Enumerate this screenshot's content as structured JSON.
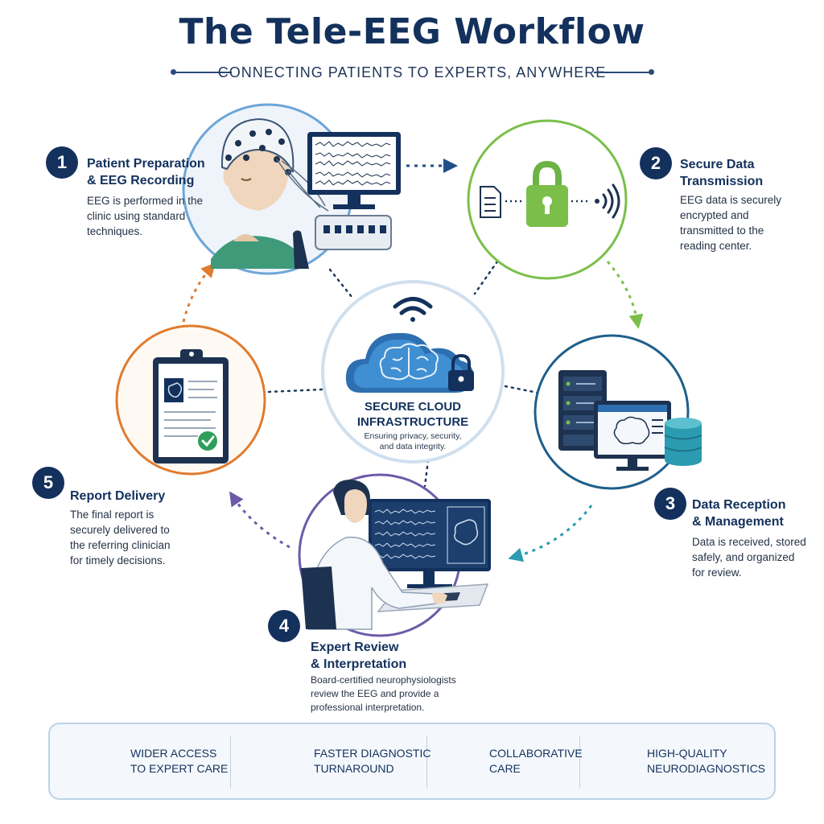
{
  "header": {
    "title": "The Tele-EEG Workflow",
    "subtitle": "CONNECTING PATIENTS TO EXPERTS, ANYWHERE"
  },
  "center": {
    "title_line1": "SECURE CLOUD",
    "title_line2": "INFRASTRUCTURE",
    "desc_line1": "Ensuring privacy, security,",
    "desc_line2": "and data integrity."
  },
  "steps": [
    {
      "number": "1",
      "title_lines": [
        "Patient Preparation",
        "& EEG Recording"
      ],
      "desc_lines": [
        "EEG is performed in the",
        "clinic using standard",
        "techniques."
      ],
      "color": "#4f8fc8"
    },
    {
      "number": "2",
      "title_lines": [
        "Secure Data",
        "Transmission"
      ],
      "desc_lines": [
        "EEG data is securely",
        "encrypted and",
        "transmitted to the",
        "reading center."
      ],
      "color": "#7bbf4a"
    },
    {
      "number": "3",
      "title_lines": [
        "Data Reception",
        "& Management"
      ],
      "desc_lines": [
        "Data is received, stored",
        "safely, and organized",
        "for review."
      ],
      "color": "#2a9bb0"
    },
    {
      "number": "4",
      "title_lines": [
        "Expert Review",
        "& Interpretation"
      ],
      "desc_lines": [
        "Board-certified neurophysiologists",
        "review the EEG and provide a",
        "professional interpretation."
      ],
      "color": "#6d5aa8"
    },
    {
      "number": "5",
      "title_lines": [
        "Report Delivery"
      ],
      "desc_lines": [
        "The final report is",
        "securely delivered to",
        "the referring clinician",
        "for timely decisions."
      ],
      "color": "#e07b2e"
    }
  ],
  "benefits": [
    {
      "label": "WIDER ACCESS\nTO EXPERT CARE",
      "icon": "globe-location-icon",
      "color": "#1f5f8b"
    },
    {
      "label": "FASTER DIAGNOSTIC\nTURNAROUND",
      "icon": "stopwatch-icon",
      "color": "#5aa63a"
    },
    {
      "label": "COLLABORATIVE\nCARE",
      "icon": "people-icon",
      "color": "#6d4fa8"
    },
    {
      "label": "HIGH-QUALITY\nNEURODIAGNOSTICS",
      "icon": "shield-check-icon",
      "color": "#e8892b"
    }
  ],
  "colors": {
    "navy": "#13315c",
    "step1": "#4f8fc8",
    "step2": "#7bbf4a",
    "step3": "#2a9bb0",
    "step4": "#6d5aa8",
    "step5": "#e07b2e"
  }
}
